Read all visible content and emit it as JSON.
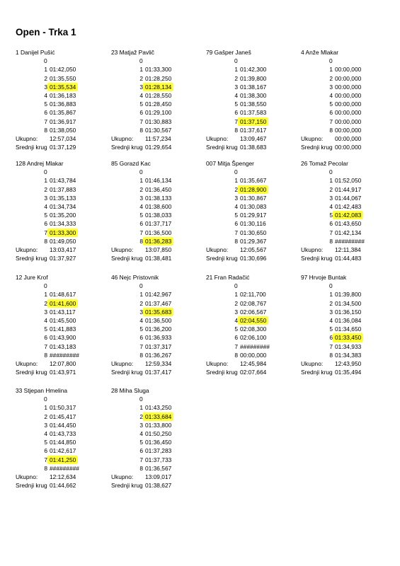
{
  "page": {
    "title": "Open - Trka 1"
  },
  "labels": {
    "total": "Ukupno:",
    "average": "Srednji krug"
  },
  "highlight_color": "#ffff33",
  "racers": [
    {
      "name": "1 Danijel Pušić",
      "start": "0",
      "laps": [
        "01:42,050",
        "01:35,550",
        "01:35,534",
        "01:36,183",
        "01:36,883",
        "01:35,867",
        "01:36,917",
        "01:38,050"
      ],
      "best": 3,
      "total": "12:57,034",
      "avg": "01:37,129"
    },
    {
      "name": "23 Matjaž Pavlič",
      "start": "0",
      "laps": [
        "01:33,300",
        "01:28,250",
        "01:28,134",
        "01:28,550",
        "01:28,450",
        "01:29,100",
        "01:30,883",
        "01:30,567"
      ],
      "best": 3,
      "total": "11:57,234",
      "avg": "01:29,654"
    },
    {
      "name": "79 Gašper Janeš",
      "start": "0",
      "laps": [
        "01:42,300",
        "01:39,800",
        "01:38,167",
        "01:38,300",
        "01:38,550",
        "01:37,583",
        "01:37,150",
        "01:37,617"
      ],
      "best": 7,
      "total": "13:09,467",
      "avg": "01:38,683"
    },
    {
      "name": "4 Anže Mlakar",
      "start": "0",
      "laps": [
        "00:00,000",
        "00:00,000",
        "00:00,000",
        "00:00,000",
        "00:00,000",
        "00:00,000",
        "00:00,000",
        "00:00,000"
      ],
      "best": 0,
      "total": "00:00,000",
      "avg": "00:00,000"
    },
    {
      "name": "128 Andrej Mlakar",
      "start": "0",
      "laps": [
        "01:43,784",
        "01:37,883",
        "01:35,133",
        "01:34,734",
        "01:35,200",
        "01:34,333",
        "01:33,300",
        "01:49,050"
      ],
      "best": 7,
      "total": "13:03,417",
      "avg": "01:37,927"
    },
    {
      "name": "85 Gorazd Kac",
      "start": "0",
      "laps": [
        "01:46,134",
        "01:36,450",
        "01:38,133",
        "01:38,600",
        "01:38,033",
        "01:37,717",
        "01:36,500",
        "01:36,283"
      ],
      "best": 8,
      "total": "13:07,850",
      "avg": "01:38,481"
    },
    {
      "name": "007 Mitja Špenger",
      "start": "0",
      "laps": [
        "01:35,667",
        "01:28,900",
        "01:30,867",
        "01:30,083",
        "01:29,917",
        "01:30,116",
        "01:30,650",
        "01:29,367"
      ],
      "best": 2,
      "total": "12:05,567",
      "avg": "01:30,696"
    },
    {
      "name": "26 Tomaž Pecolar",
      "start": "0",
      "laps": [
        "01:52,050",
        "01:44,917",
        "01:44,067",
        "01:42,483",
        "01:42,083",
        "01:43,650",
        "01:42,134",
        "#########"
      ],
      "best": 5,
      "total": "12:11,384",
      "avg": "01:44,483"
    },
    {
      "name": "12 Jure Krof",
      "start": "0",
      "laps": [
        "01:48,617",
        "01:41,600",
        "01:43,117",
        "01:45,500",
        "01:41,883",
        "01:43,900",
        "01:43,183",
        "#########"
      ],
      "best": 2,
      "total": "12:07,800",
      "avg": "01:43,971"
    },
    {
      "name": "46 Nejc Pristovnik",
      "start": "0",
      "laps": [
        "01:42,967",
        "01:37,467",
        "01:35,683",
        "01:36,500",
        "01:36,200",
        "01:36,933",
        "01:37,317",
        "01:36,267"
      ],
      "best": 3,
      "total": "12:59,334",
      "avg": "01:37,417"
    },
    {
      "name": "21 Fran Radačić",
      "start": "0",
      "laps": [
        "02:11,700",
        "02:08,767",
        "02:06,567",
        "02:04,550",
        "02:08,300",
        "02:06,100",
        "#########",
        "00:00,000"
      ],
      "best": 4,
      "total": "12:45,984",
      "avg": "02:07,664"
    },
    {
      "name": "97 Hrvoje Buntak",
      "start": "0",
      "laps": [
        "01:39,800",
        "01:34,500",
        "01:36,150",
        "01:36,084",
        "01:34,650",
        "01:33,450",
        "01:34,933",
        "01:34,383"
      ],
      "best": 6,
      "total": "12:43,950",
      "avg": "01:35,494"
    },
    {
      "name": "33 Stjepan Hmelina",
      "start": "0",
      "laps": [
        "01:50,317",
        "01:45,417",
        "01:44,450",
        "01:43,733",
        "01:44,850",
        "01:42,617",
        "01:41,250",
        "#########"
      ],
      "best": 7,
      "total": "12:12,634",
      "avg": "01:44,662"
    },
    {
      "name": "28 Miha Sluga",
      "start": "0",
      "laps": [
        "01:43,250",
        "01:33,684",
        "01:33,800",
        "01:50,250",
        "01:36,450",
        "01:37,283",
        "01:37,733",
        "01:36,567"
      ],
      "best": 2,
      "total": "13:09,017",
      "avg": "01:38,627"
    }
  ]
}
